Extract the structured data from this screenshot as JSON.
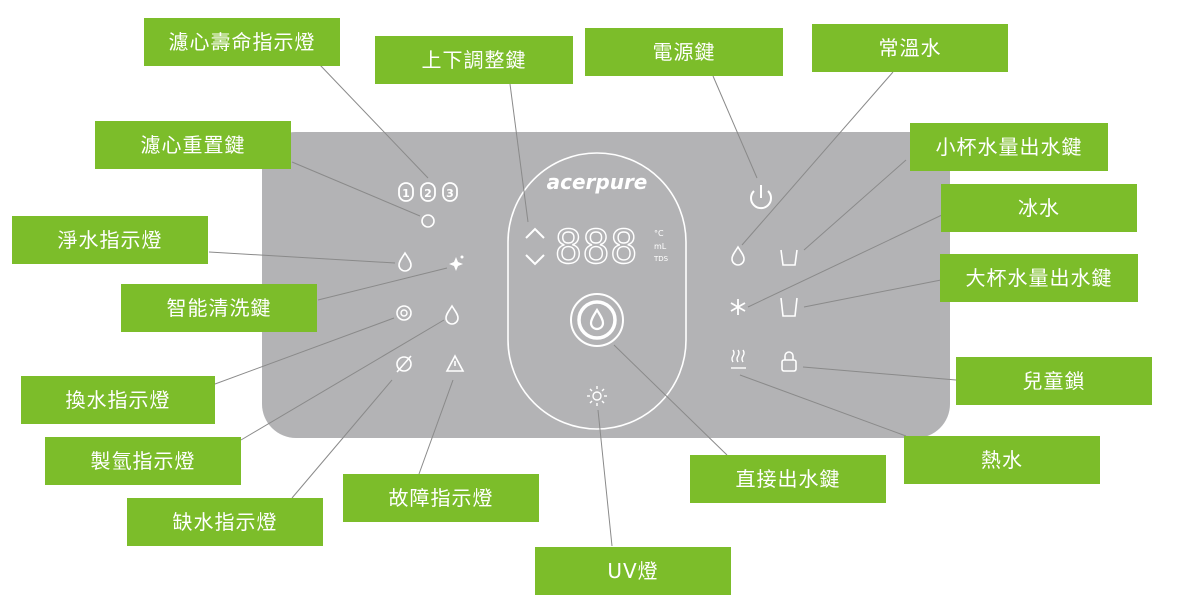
{
  "brand": {
    "logo_text": "acerpure"
  },
  "display": {
    "digits": "888",
    "unit_celsius": "°C",
    "unit_ml": "mL",
    "unit_tds": "TDS"
  },
  "labels": {
    "filter_life_indicator": "濾心壽命指示燈",
    "up_down_key": "上下調整鍵",
    "power_key": "電源鍵",
    "room_temp_water": "常溫水",
    "filter_reset_key": "濾心重置鍵",
    "small_cup_key": "小杯水量出水鍵",
    "ice_water": "冰水",
    "purified_indicator": "淨水指示燈",
    "large_cup_key": "大杯水量出水鍵",
    "smart_clean_key": "智能清洗鍵",
    "child_lock": "兒童鎖",
    "change_water_indicator": "換水指示燈",
    "hot_water": "熱水",
    "gas_indicator": "製氫指示燈",
    "direct_water_key": "直接出水鍵",
    "fault_indicator": "故障指示燈",
    "low_water_indicator": "缺水指示燈",
    "uv_light": "UV燈"
  },
  "colors": {
    "label_bg": "#7cbd2a",
    "panel_bg": "#b3b3b5",
    "icon": "#ffffff",
    "leader_line": "#8a8a8a"
  }
}
